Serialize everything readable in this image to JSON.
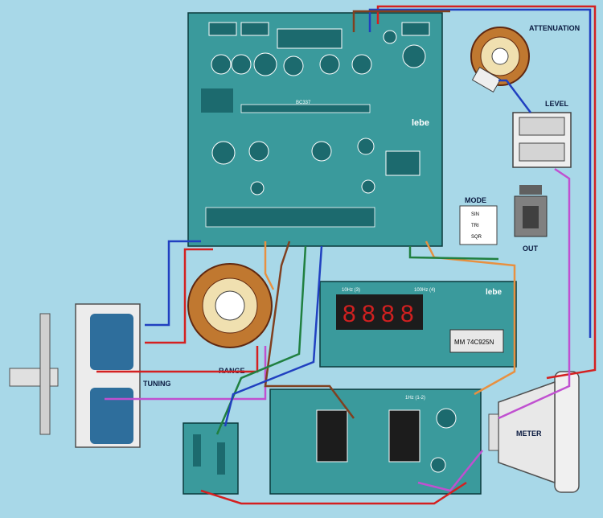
{
  "labels": {
    "attenuation": "ATTENUATION",
    "level": "LEVEL",
    "mode": "MODE",
    "out": "OUT",
    "tuning": "TUNING",
    "range": "RANGE",
    "meter": "METER"
  },
  "pcb_text": {
    "main_brand": "lebe",
    "counter_brand": "lebe",
    "counter_ic": "MM 74C925N",
    "counter_range1": "10Hz (3)",
    "counter_range2": "100Hz (4)",
    "meter_freq": "1Hz (1-2)",
    "main_bc": "BC337",
    "mode_opts": [
      "SIN",
      "TRI",
      "SQR"
    ]
  },
  "colors": {
    "background": "#a8d8e8",
    "pcb": "#3a9a9c",
    "pcb_dark": "#1c6a6e",
    "wire_red": "#d42020",
    "wire_blue": "#2040c0",
    "wire_pink": "#c050d0",
    "wire_orange": "#e89040",
    "wire_green": "#208040",
    "wire_brown": "#804020"
  }
}
